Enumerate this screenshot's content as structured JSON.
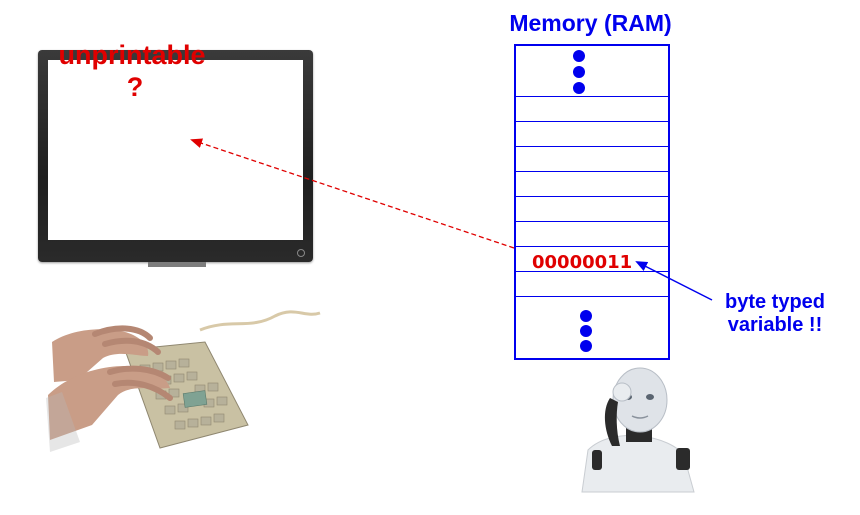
{
  "screen": {
    "text": "unprintable",
    "symbol": "?"
  },
  "memory": {
    "title": "Memory (RAM)",
    "byte_value": "00000011"
  },
  "callout": {
    "line1": "byte typed",
    "line2": "variable !!"
  },
  "illustrations": {
    "monitor": "computer-monitor",
    "hands": "hands-typing-on-keyboard",
    "robot": "thinking-robot"
  },
  "colors": {
    "memory_blue": "#0000ee",
    "value_red": "#e00000"
  }
}
